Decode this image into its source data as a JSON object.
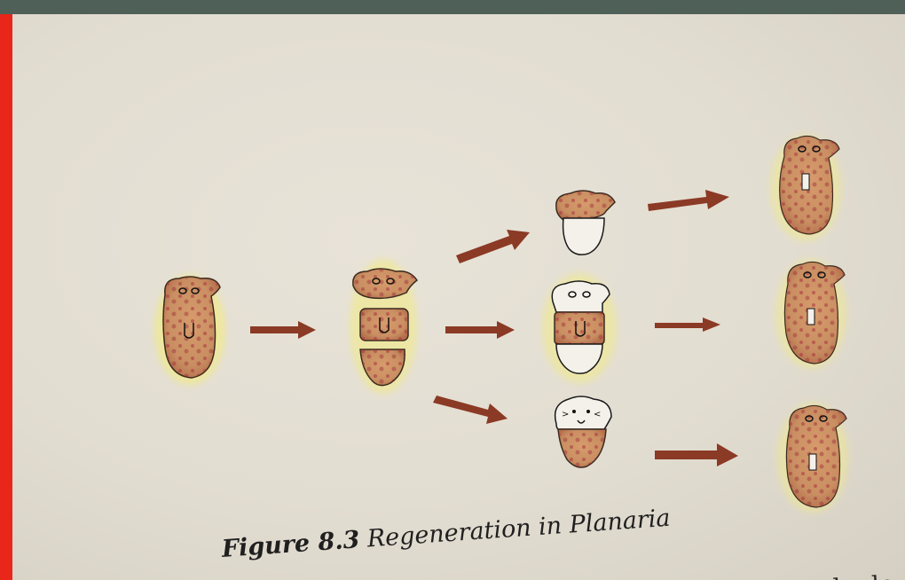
{
  "caption": {
    "figure_label": "Figure 8.3",
    "title": "Regeneration in Planaria"
  },
  "bleed_text": "la de",
  "colors": {
    "background": "#e9261a",
    "paper": "#e4dfd4",
    "body_fill": "#c98f62",
    "body_spots": "#a8333c",
    "halo": "#f2ea86",
    "arrow": "#8b3a25",
    "outline": "#1a1a1a"
  }
}
